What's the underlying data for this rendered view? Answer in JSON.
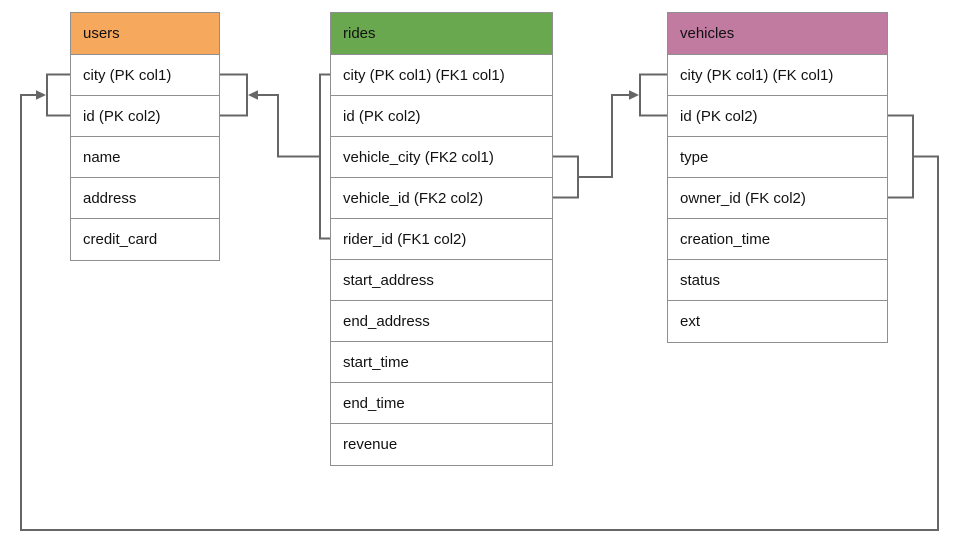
{
  "colors": {
    "users_header": "#f6a85d",
    "rides_header": "#6aa84f",
    "vehicles_header": "#c27ba0",
    "connector": "#666666",
    "table_border": "#8f8f8f",
    "text": "#111111",
    "background": "#ffffff"
  },
  "tables": {
    "users": {
      "title": "users",
      "rows": [
        "city (PK col1)",
        "id (PK col2)",
        "name",
        "address",
        "credit_card"
      ]
    },
    "rides": {
      "title": "rides",
      "rows": [
        "city (PK col1) (FK1 col1)",
        "id (PK col2)",
        "vehicle_city (FK2 col1)",
        "vehicle_id (FK2 col2)",
        "rider_id (FK1 col2)",
        "start_address",
        "end_address",
        "start_time",
        "end_time",
        "revenue"
      ]
    },
    "vehicles": {
      "title": "vehicles",
      "rows": [
        "city (PK col1) (FK col1)",
        "id (PK col2)",
        "type",
        "owner_id (FK col2)",
        "creation_time",
        "status",
        "ext"
      ]
    }
  },
  "relationships": [
    {
      "name": "FK1",
      "from": "rides (city, rider_id)",
      "to": "users (city, id)"
    },
    {
      "name": "FK2",
      "from": "rides (vehicle_city, vehicle_id)",
      "to": "vehicles (city, id)"
    },
    {
      "name": "FK",
      "from": "vehicles (city, owner_id)",
      "to": "users (city, id)"
    }
  ]
}
